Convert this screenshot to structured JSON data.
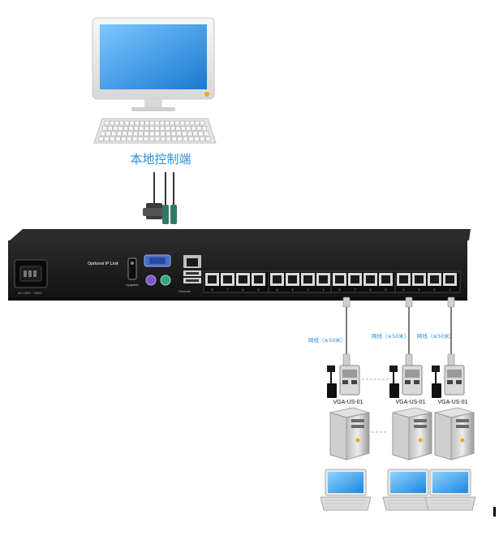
{
  "local_console": {
    "label": "本地控制端"
  },
  "kvm_unit": {
    "ip_link_label": "Optional IP Link",
    "upgrade_label": "Upgrade",
    "console_label": "Console",
    "power_label_left": "AC 100V",
    "power_label_right": "~240V",
    "port_numbers": [
      "8",
      "7",
      "6",
      "5",
      "4",
      "3",
      "2",
      "1",
      "8",
      "7",
      "6",
      "5",
      "4",
      "3",
      "2",
      "1"
    ]
  },
  "cable_label": "网线（≤50米）",
  "module_label": "VGA-US-01",
  "colors": {
    "kvm_body": "#1e1e1e",
    "screen_blue": "#1a8fe0",
    "label_blue": "#2a8fd8",
    "connector_green": "#2f7a66",
    "orange_led": "#f5a316"
  }
}
